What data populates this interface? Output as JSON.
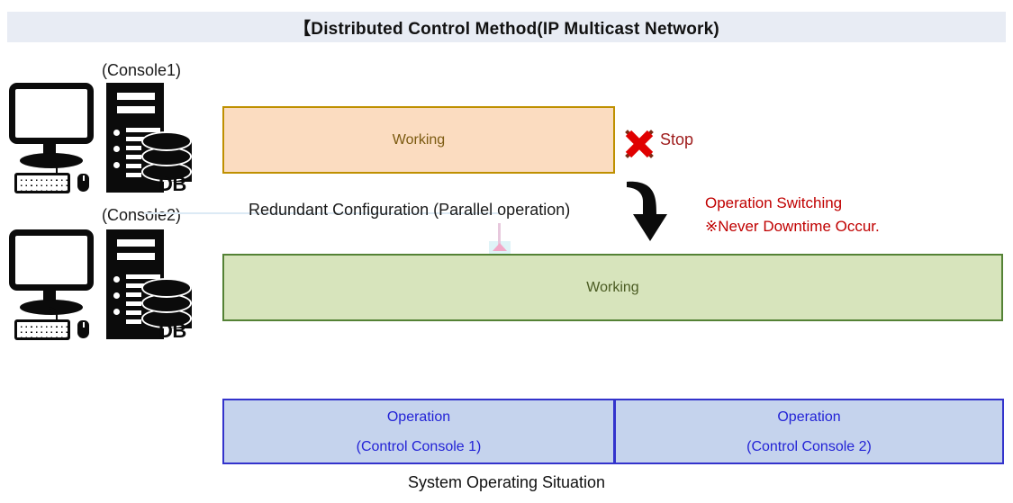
{
  "title": {
    "text": "【Distributed Control Method(IP Multicast Network)"
  },
  "consoles": [
    {
      "label": "(Console1)",
      "db_label": "DB",
      "monitor_icon": "monitor-icon",
      "keyboard_icon": "keyboard-icon",
      "mouse_icon": "mouse-icon",
      "server_icon": "server-icon",
      "database_icon": "database-icon"
    },
    {
      "label": "(Console2)",
      "db_label": "DB",
      "monitor_icon": "monitor-icon",
      "keyboard_icon": "keyboard-icon",
      "mouse_icon": "mouse-icon",
      "server_icon": "server-icon",
      "database_icon": "database-icon"
    }
  ],
  "status_bars": {
    "top": {
      "label": "Working",
      "fill": "#FBDCC0",
      "border": "#BF9000",
      "text_color": "#7B5A10"
    },
    "bottom": {
      "label": "Working",
      "fill": "#D7E4BC",
      "border": "#548235",
      "text_color": "#4A5B22"
    }
  },
  "stop_marker": {
    "icon": "red-cross-icon",
    "label": "Stop",
    "color": "#9E1B1B"
  },
  "switching": {
    "arrow_icon": "curved-down-arrow-icon",
    "line1": "Operation Switching",
    "line2": "※Never Downtime Occur.",
    "color": "#C00000"
  },
  "redundant": {
    "label": "Redundant Configuration (Parallel operation)"
  },
  "operation_boxes": [
    {
      "line1": "Operation",
      "line2": "(Control Console 1)"
    },
    {
      "line1": "Operation",
      "line2": "(Control Console 2)"
    }
  ],
  "operation_box_style": {
    "fill": "#C5D3ED",
    "border": "#3333CC",
    "text_color": "#2323D6"
  },
  "bottom_caption": "System Operating Situation"
}
